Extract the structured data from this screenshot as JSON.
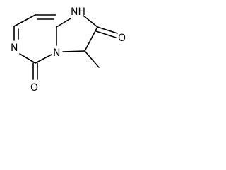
{
  "molecule": {
    "atoms": {
      "nh_label": "NH",
      "n_pyrimidine_label": "N",
      "n_bridge_label": "N",
      "o_ring_label": "O",
      "o_bottom_label": "O"
    }
  },
  "colors": {
    "bond": "#000000",
    "background": "#ffffff"
  }
}
